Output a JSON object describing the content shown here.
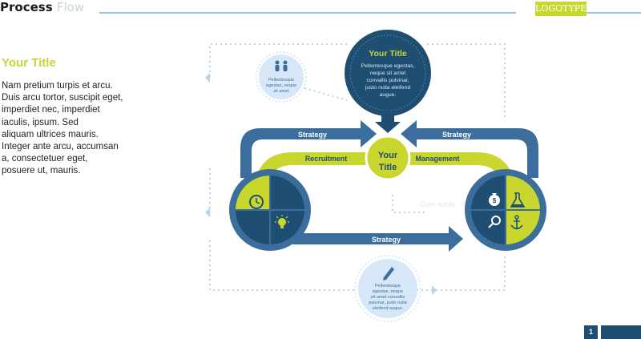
{
  "header": {
    "title": "Process",
    "title_faint": "Flow",
    "logotype": "LOGOTYPE"
  },
  "sidebar": {
    "title": "Your Title",
    "body": "Nam pretium turpis et arcu.\nDuis arcu tortor, suscipit eget,\nimperdiet nec, imperdiet\niaculis, ipsum. Sed\naliquam ultrices mauris.\nInteger ante arcu, accumsan\na, consectetuer eget,\nposuere ut, mauris."
  },
  "diagram": {
    "top_circle": {
      "title": "Your Title",
      "lines": [
        "Pellentesque egestas,",
        "neque sit amet",
        "convallis pulvinar,",
        "justo nulla eleifend",
        "augue."
      ]
    },
    "center_circle": {
      "line1": "Your",
      "line2": "Title"
    },
    "arrows": {
      "strategy_left": "Strategy",
      "strategy_right": "Strategy",
      "recruitment": "Recruitment",
      "management": "Management",
      "strategy_bottom": "Strategy"
    },
    "small_circle_top": {
      "lines": [
        "Pellentesque",
        "egestas, neque",
        "sit amet"
      ]
    },
    "small_circle_bottom": {
      "lines": [
        "Pellentesque",
        "egestas, neque",
        "sit amet convallis",
        "pulvinar, justo nulla",
        "eleifend augue."
      ]
    },
    "faint_label": "Cum sociis",
    "dollar_label": "$"
  },
  "footer": {
    "page_number": "1"
  },
  "colors": {
    "navy": "#1f4e73",
    "blue": "#3b6e9c",
    "lime": "#c8d62d",
    "light_blue": "#d6e8f7",
    "dotted": "#b8d4ea"
  }
}
